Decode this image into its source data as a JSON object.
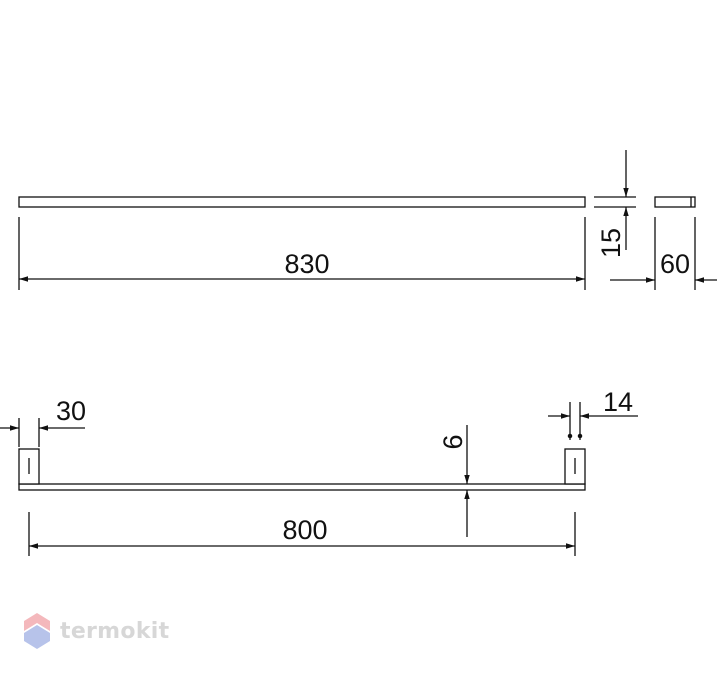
{
  "dimensions": {
    "total_length": "830",
    "thickness": "15",
    "depth": "60",
    "mount_width": "30",
    "mount_gap": "14",
    "bar_thickness": "6",
    "center_distance": "800"
  },
  "watermark": {
    "brand": "termokit"
  },
  "colors": {
    "line": "#111111",
    "watermark_text": "#d7d7d7",
    "logo_red": "#f4b8bc",
    "logo_blue": "#b7c3ea"
  }
}
